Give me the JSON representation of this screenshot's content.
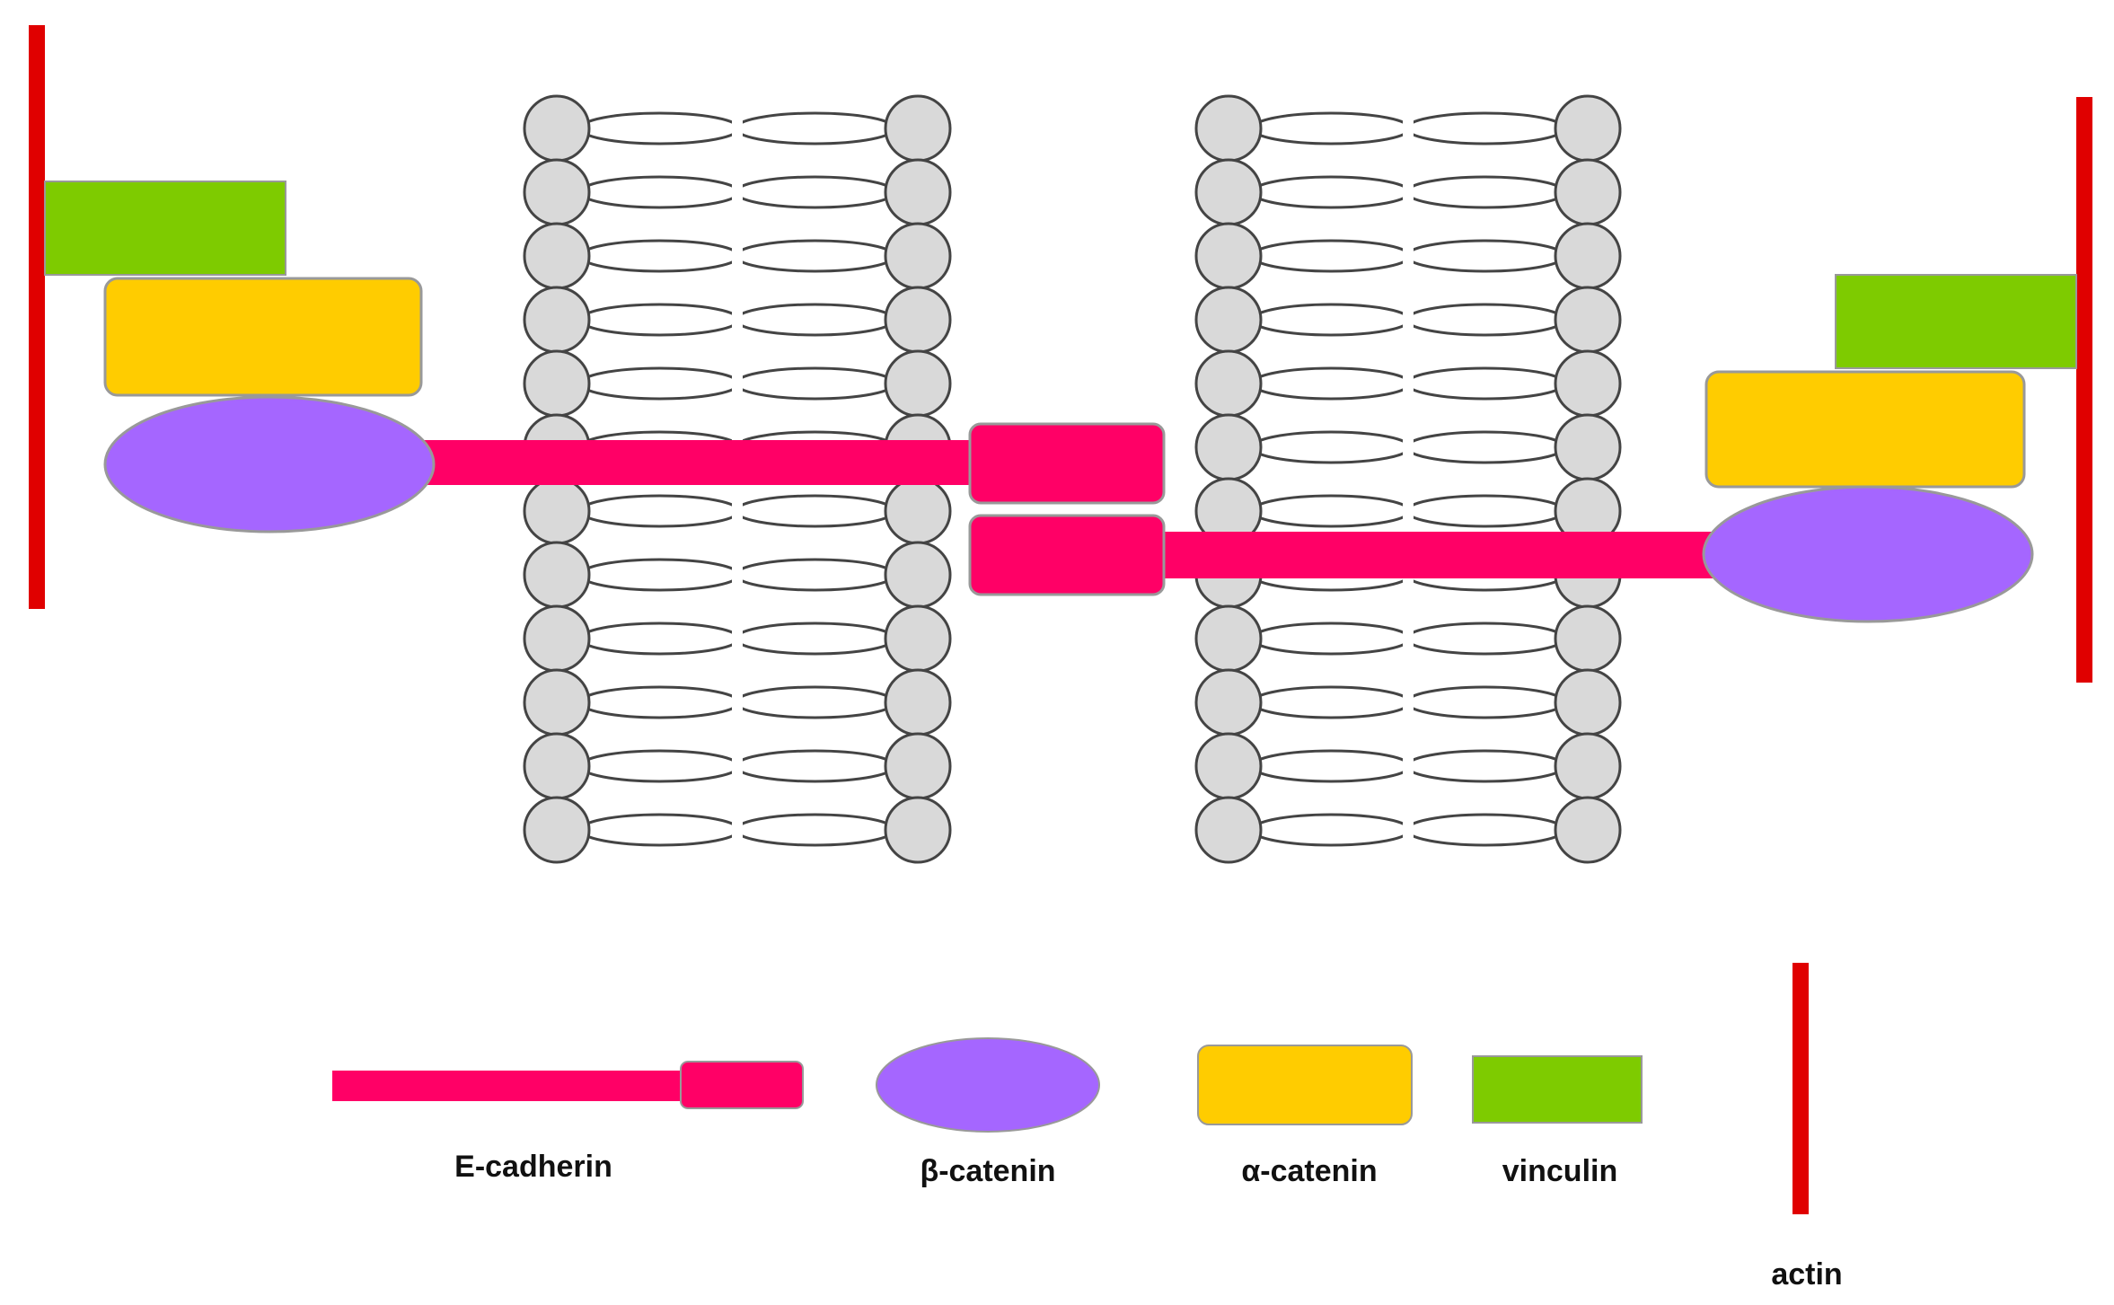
{
  "colors": {
    "actin": "#e00000",
    "vinculin": "#7ecb00",
    "alpha_catenin": "#ffcc00",
    "beta_catenin": "#a566ff",
    "e_cadherin": "#ff0066",
    "lipid_head": "#d9d9d9",
    "lipid_outline": "#444444",
    "shape_border": "#999999"
  },
  "legend": {
    "e_cadherin": "E-cadherin",
    "beta_catenin": "β-catenin",
    "alpha_catenin": "α-catenin",
    "vinculin": "vinculin",
    "actin": "actin"
  }
}
